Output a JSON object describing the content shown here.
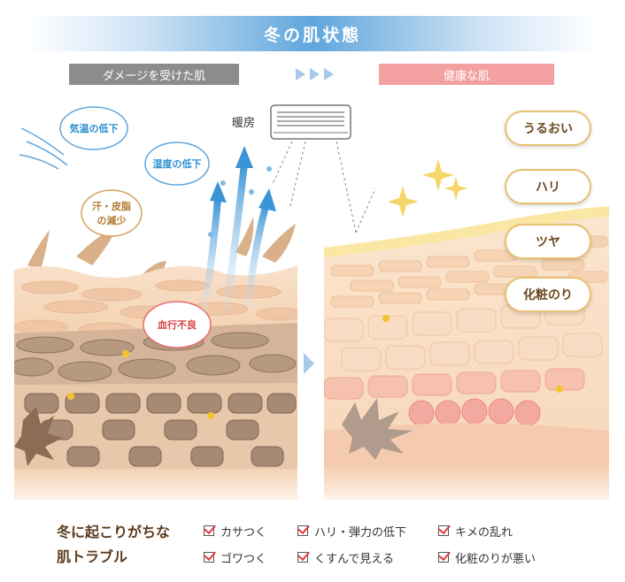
{
  "title": "冬の肌状態",
  "labels": {
    "damaged": "ダメージを受けた肌",
    "healthy": "健康な肌"
  },
  "heater": "暖房",
  "bubbles": {
    "temp": "気温の低下",
    "humidity": "湿度の低下",
    "sebum1": "汗・皮脂",
    "sebum2": "の減少",
    "blood": "血行不良"
  },
  "benefits": [
    "うるおい",
    "ハリ",
    "ツヤ",
    "化粧のり"
  ],
  "footer": {
    "title1": "冬に起こりがちな",
    "title2": "肌トラブル",
    "items": [
      "カサつく",
      "ハリ・弾力の低下",
      "キメの乱れ",
      "ゴワつく",
      "くすんで見える",
      "化粧のりが悪い"
    ]
  },
  "colors": {
    "title_blue": "#5fa6dd",
    "damaged_gray": "#8c8c8c",
    "healthy_pink": "#f3a0a0",
    "skin": "#f6d7b8"
  }
}
